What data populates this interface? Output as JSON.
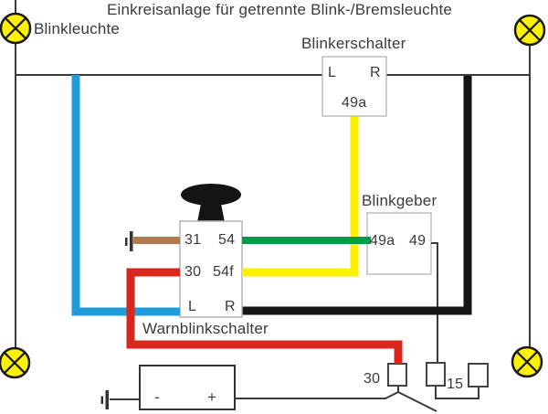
{
  "title": "Einkreisanlage für getrennte Blink-/Bremsleuchte",
  "lamps": {
    "label": "Blinkleuchte",
    "count": 4
  },
  "blinkerschalter": {
    "label": "Blinkerschalter",
    "terminal_l": "L",
    "terminal_r": "R",
    "terminal_49a": "49a"
  },
  "blinkgeber": {
    "label": "Blinkgeber",
    "terminal_49a": "49a",
    "terminal_49": "49"
  },
  "warnblinkschalter": {
    "label": "Warnblinkschalter",
    "terminal_31": "31",
    "terminal_54": "54",
    "terminal_30": "30",
    "terminal_54f": "54f",
    "terminal_l": "L",
    "terminal_r": "R"
  },
  "supply": {
    "terminal_30": "30",
    "terminal_15": "15",
    "battery_minus": "-",
    "battery_plus": "+"
  },
  "colors": {
    "wire_red": "#d8281e",
    "wire_blue": "#1f9cd9",
    "wire_yellow": "#fff200",
    "wire_green": "#009b48",
    "wire_brown": "#b27a50",
    "wire_black": "#141414",
    "lamp_fill": "#fff200",
    "line": "#3a3a3a"
  }
}
